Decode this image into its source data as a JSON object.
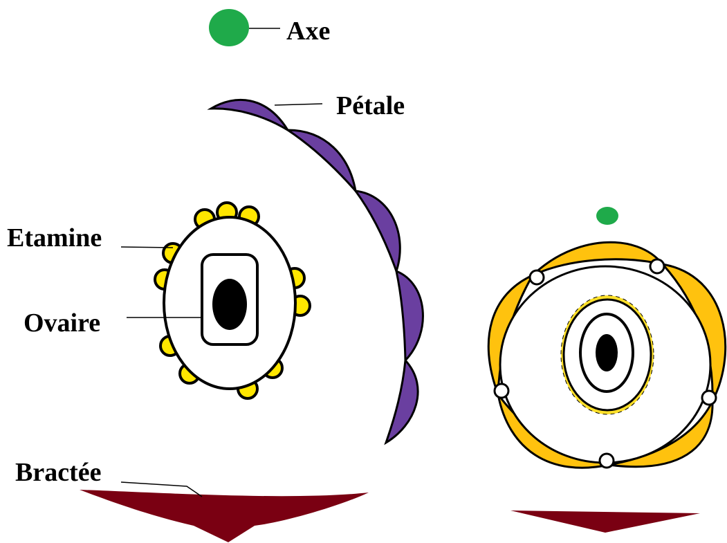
{
  "labels": {
    "axe": "Axe",
    "petale": "Pétale",
    "etamine": "Etamine",
    "ovaire": "Ovaire",
    "bractee": "Bractée"
  },
  "colors": {
    "axis": "#1faa4a",
    "petal": "#6a3fa0",
    "stamen": "#ffe600",
    "petal_right": "#ffc20e",
    "stamen_right": "#ffe02a",
    "bract": "#7a0012",
    "ovule": "#000000",
    "outline": "#000000"
  }
}
